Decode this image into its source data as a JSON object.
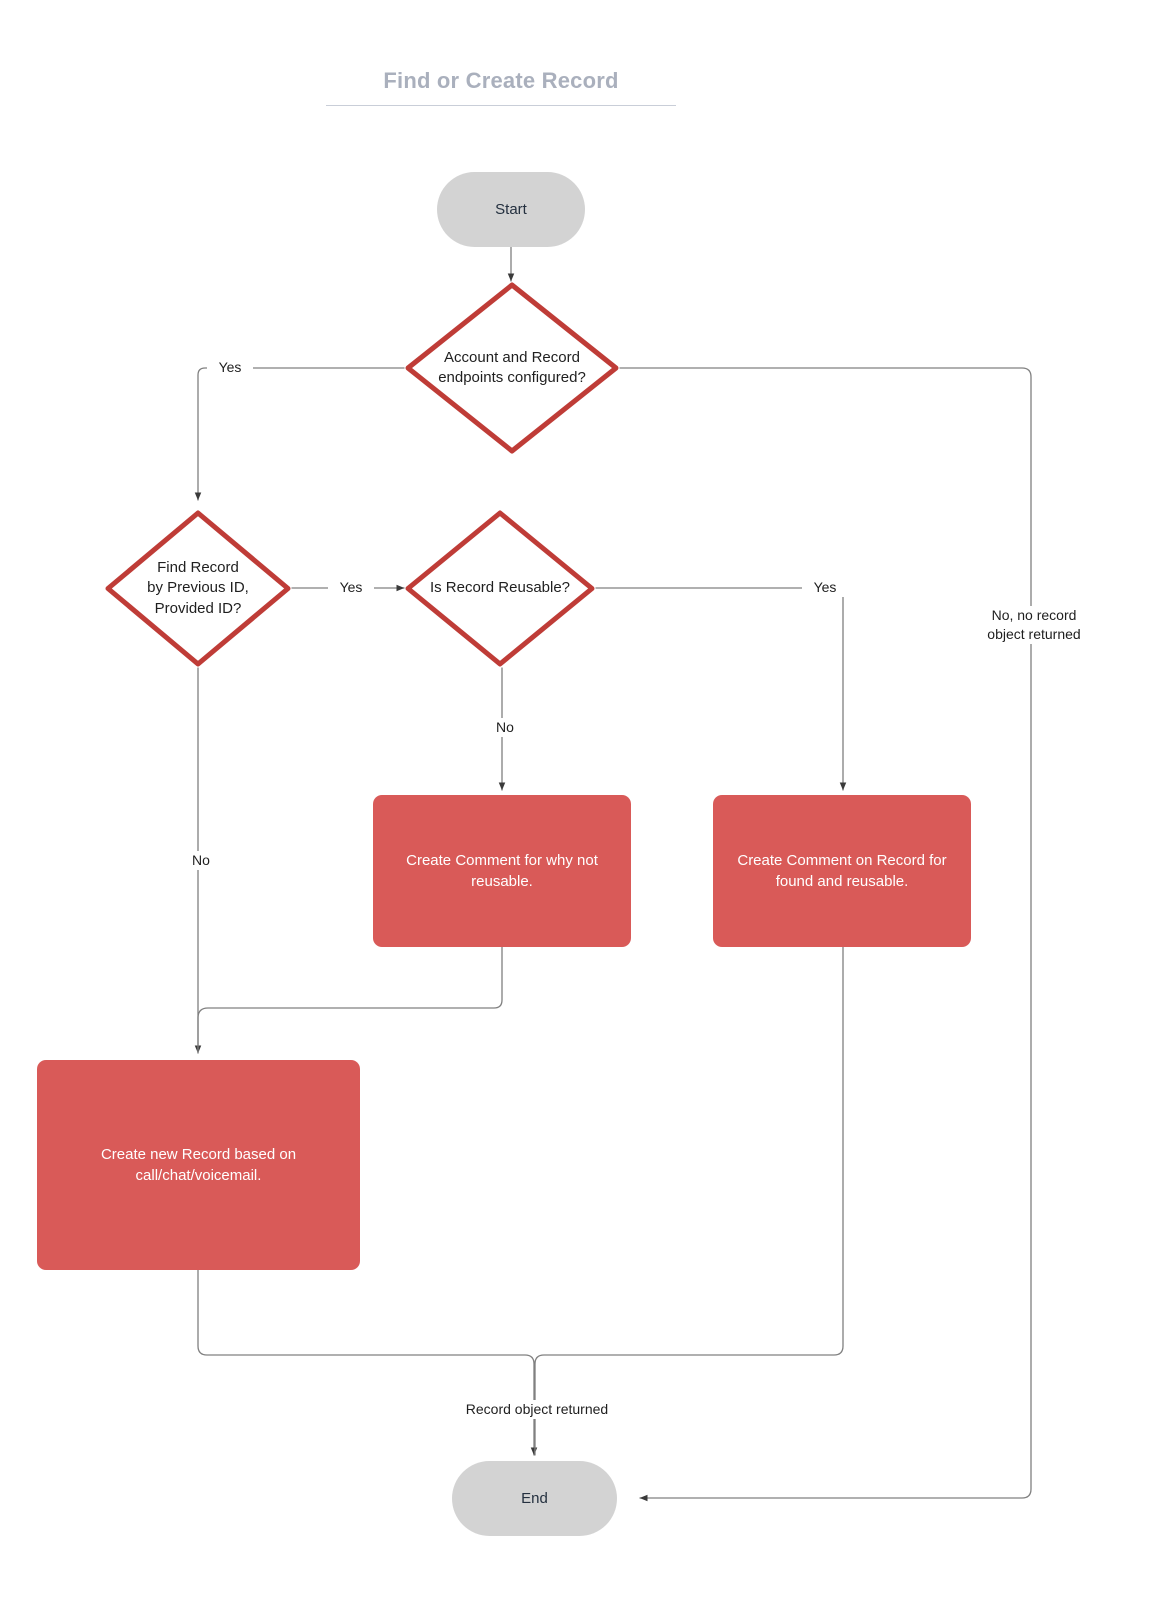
{
  "title": "Find or Create Record",
  "colors": {
    "terminal_fill": "#d3d3d3",
    "terminal_text": "#24303f",
    "decision_stroke": "#bf3c37",
    "decision_fill": "#ffffff",
    "process_fill": "#d95a58",
    "process_text": "#ffffff",
    "edge_stroke": "#808080",
    "title_text": "#aab0bd"
  },
  "nodes": {
    "start": {
      "label": "Start",
      "type": "terminal"
    },
    "end": {
      "label": "End",
      "type": "terminal"
    },
    "decision_endpoints": {
      "label": "Account and Record\nendpoints configured?",
      "type": "decision"
    },
    "decision_find_record": {
      "label": "Find Record\nby Previous ID,\nProvided ID?",
      "type": "decision"
    },
    "decision_reusable": {
      "label": "Is Record Reusable?",
      "type": "decision"
    },
    "process_comment_not_reusable": {
      "label": "Create Comment for why not\nreusable.",
      "type": "process"
    },
    "process_comment_found_reusable": {
      "label": "Create Comment on Record for\nfound and reusable.",
      "type": "process"
    },
    "process_create_record": {
      "label": "Create new Record based on\ncall/chat/voicemail.",
      "type": "process"
    }
  },
  "edge_labels": {
    "endpoints_yes": "Yes",
    "endpoints_no": "No, no record\nobject returned",
    "find_record_yes": "Yes",
    "find_record_no": "No",
    "reusable_yes": "Yes",
    "reusable_no": "No",
    "record_returned": "Record object returned"
  }
}
